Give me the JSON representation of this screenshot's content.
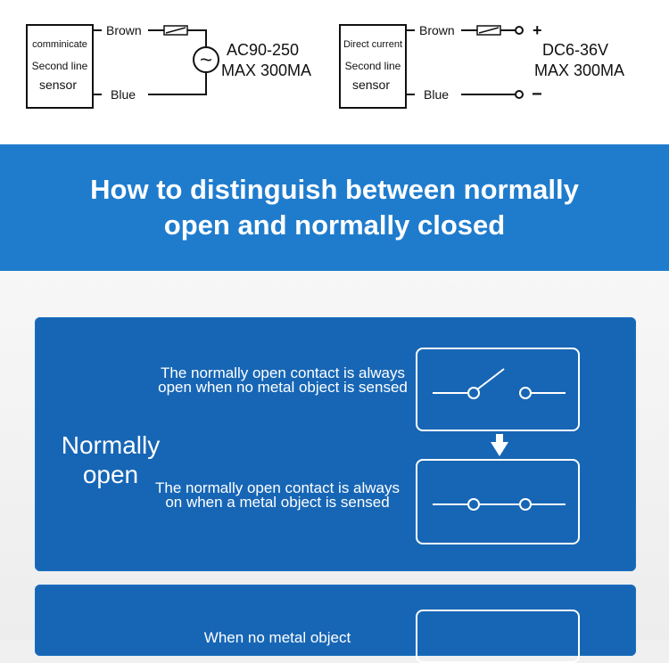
{
  "wiring": {
    "ac": {
      "sensor_lines": [
        "comminicate",
        "Second line",
        "sensor"
      ],
      "brown_label": "Brown",
      "blue_label": "Blue",
      "source_symbol": "~",
      "rating_lines": [
        "AC90-250",
        "MAX 300MA"
      ]
    },
    "dc": {
      "sensor_lines": [
        "Direct current",
        "Second line",
        "sensor"
      ],
      "brown_label": "Brown",
      "blue_label": "Blue",
      "plus": "+",
      "minus": "−",
      "rating_lines": [
        "DC6-36V",
        "MAX 300MA"
      ]
    }
  },
  "banner": {
    "title": "How to distinguish between normally open and normally closed"
  },
  "normally_open": {
    "title": "Normally open",
    "desc_off": "The normally open contact is always open when no metal object is sensed",
    "desc_on": "The normally open contact is always on when a metal object is sensed"
  },
  "normally_closed_partial": {
    "desc": "When no metal object"
  },
  "icons": {
    "switch_open": "switch-open-icon",
    "switch_closed": "switch-closed-icon",
    "arrow_down": "arrow-down-icon",
    "load_resistor": "resistor-icon",
    "ac_source": "ac-source-icon"
  },
  "colors": {
    "band_blue": "#1f7ccd",
    "card_blue": "#1766b5",
    "line_dark": "#111111",
    "white": "#ffffff"
  }
}
